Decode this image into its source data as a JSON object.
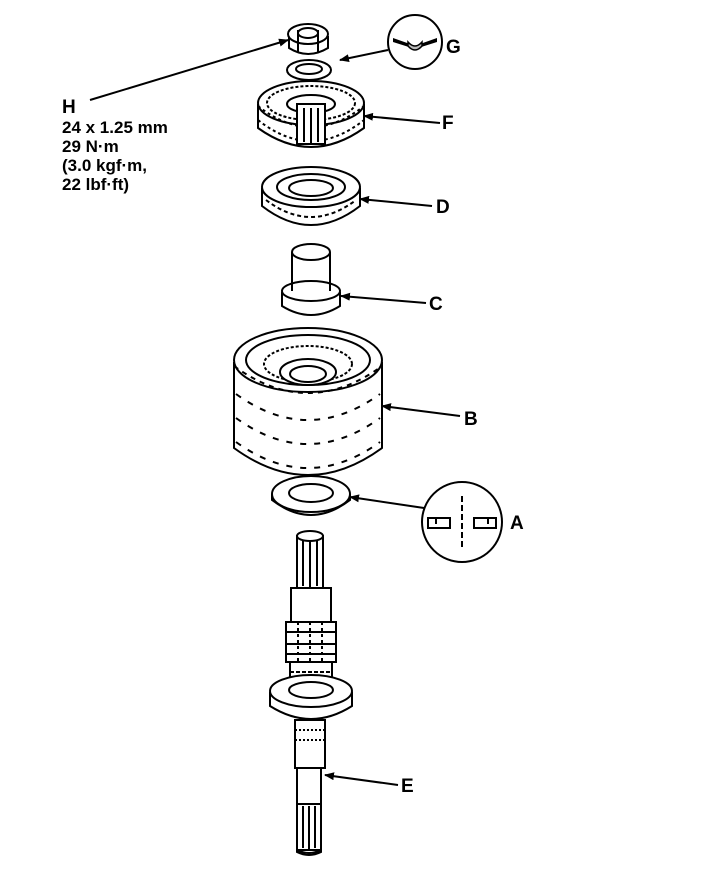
{
  "callouts": {
    "a": "A",
    "b": "B",
    "c": "C",
    "d": "D",
    "e": "E",
    "f": "F",
    "g": "G"
  },
  "spec": {
    "letter": "H",
    "line1": "24 x 1.25 mm",
    "line2": "29 N·m",
    "line3": "(3.0 kgf·m,",
    "line4": "22 lbf·ft)"
  }
}
